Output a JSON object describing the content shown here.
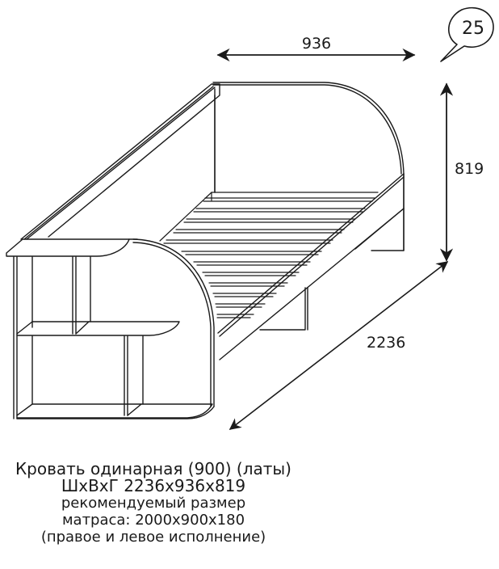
{
  "badge": {
    "number": "25"
  },
  "dimensions": {
    "width": {
      "label": "936"
    },
    "height": {
      "label": "819"
    },
    "length": {
      "label": "2236"
    }
  },
  "caption": {
    "title": "Кровать одинарная (900) (латы)",
    "dims": "ШхВхГ 2236х936х819",
    "mattress_line1": "рекомендуемый размер",
    "mattress_line2": "матраса: 2000х900х180",
    "variant": "(правое и левое исполнение)"
  },
  "colors": {
    "line": "#1a1a1a",
    "background": "#ffffff"
  }
}
